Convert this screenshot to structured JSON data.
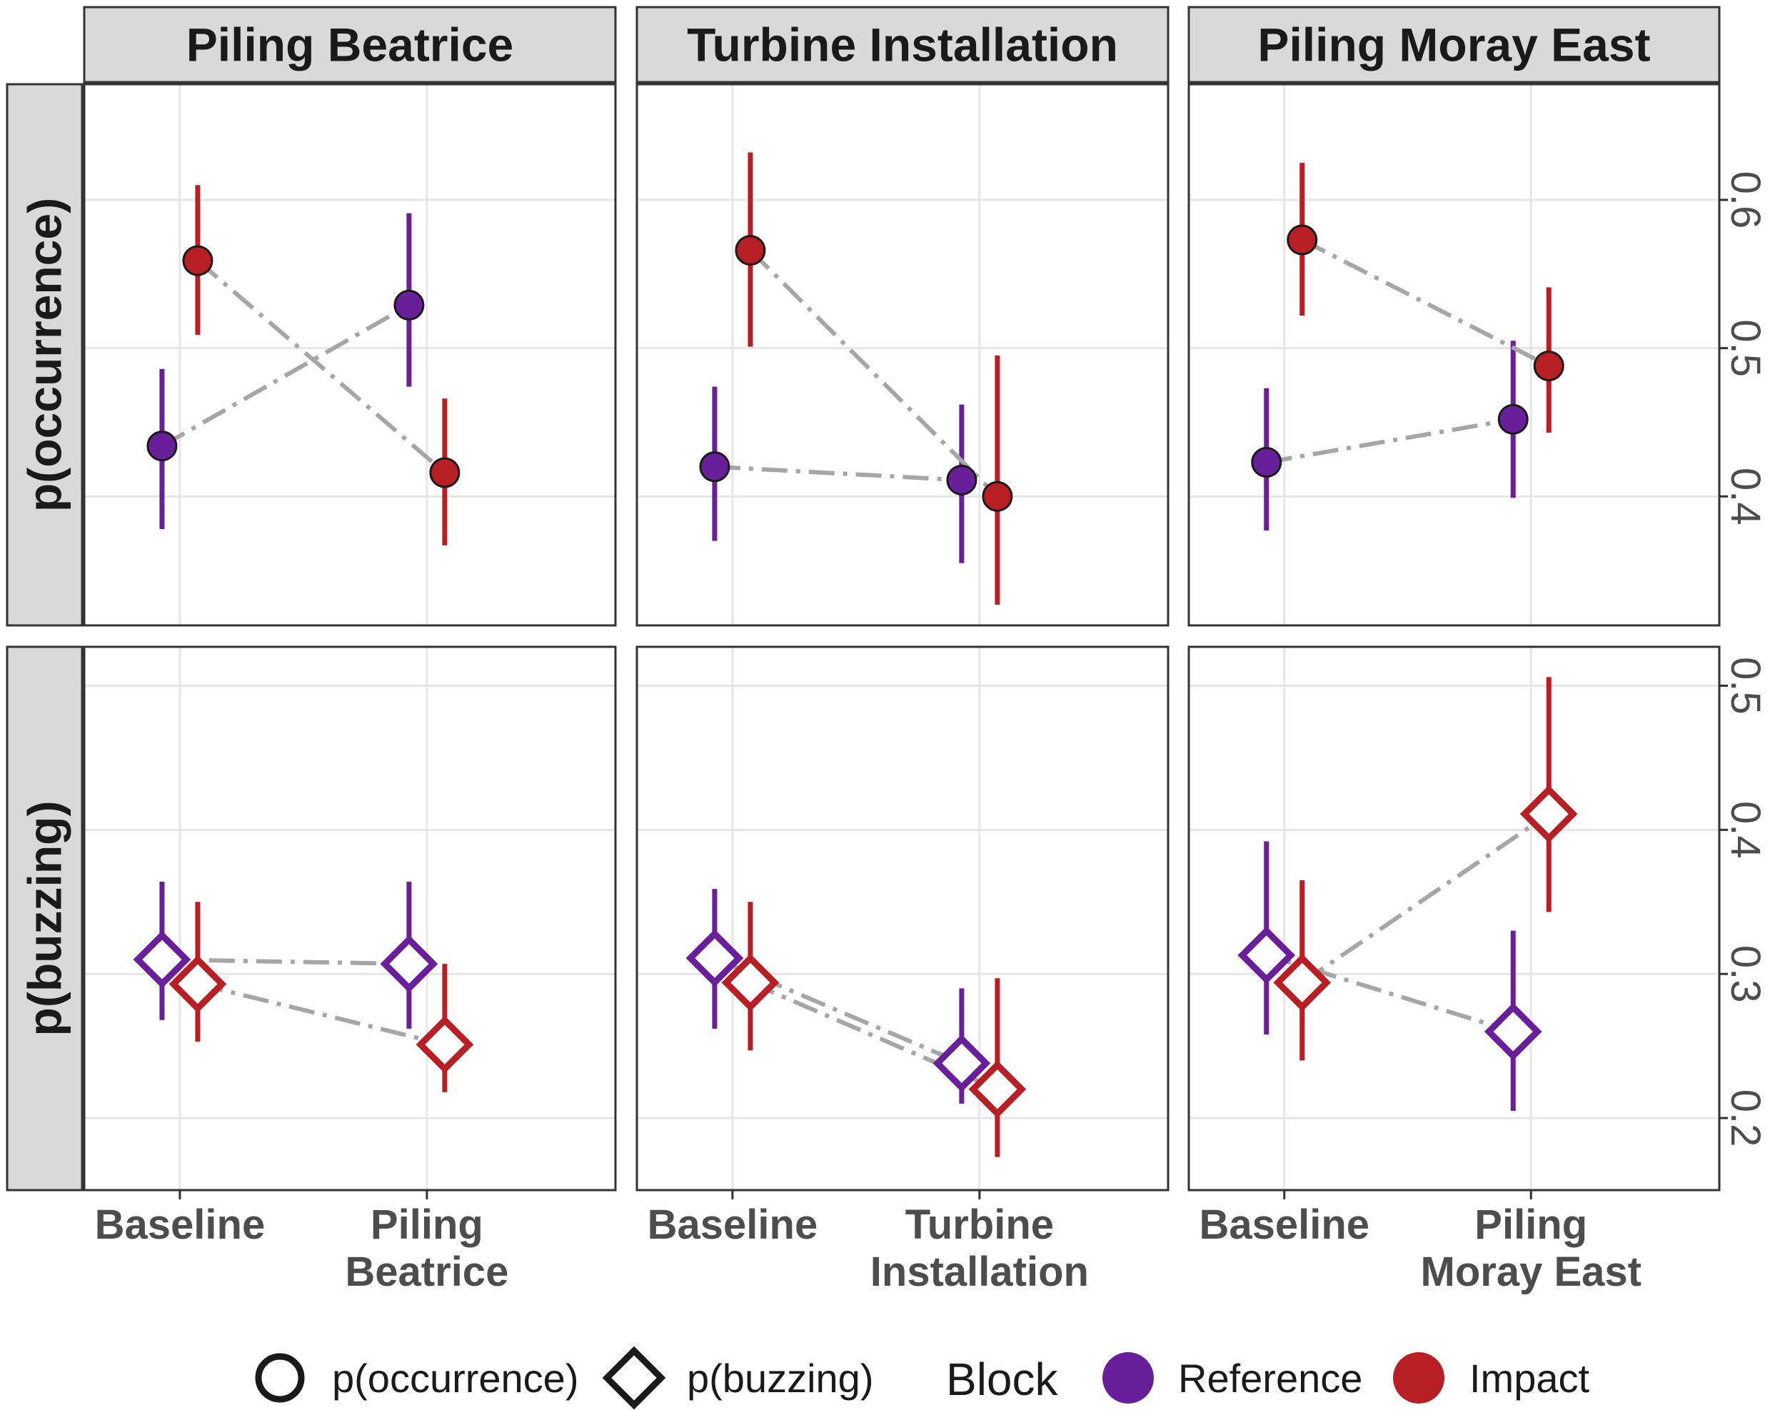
{
  "chart_data": {
    "type": "scatter",
    "facet_columns": [
      "Piling Beatrice",
      "Turbine Installation",
      "Piling Moray East"
    ],
    "facet_rows": [
      "p(occurrence)",
      "p(buzzing)"
    ],
    "x_categories": {
      "Piling Beatrice": [
        "Baseline",
        "Piling\nBeatrice"
      ],
      "Turbine Installation": [
        "Baseline",
        "Turbine\nInstallation"
      ],
      "Piling Moray East": [
        "Baseline",
        "Piling\nMoray East"
      ]
    },
    "y_axes": {
      "p(occurrence)": {
        "ylim": [
          0.313,
          0.678
        ],
        "ticks": [
          "0.4",
          "0.5",
          "0.6"
        ],
        "tick_values": [
          0.4,
          0.5,
          0.6
        ]
      },
      "p(buzzing)": {
        "ylim": [
          0.15,
          0.527
        ],
        "ticks": [
          "0.2",
          "0.3",
          "0.4",
          "0.5"
        ],
        "tick_values": [
          0.2,
          0.3,
          0.4,
          0.5
        ]
      }
    },
    "colors": {
      "Reference": "#6a1f9a",
      "Impact": "#b81f24",
      "connector": "#a6a6a6",
      "grid": "#e6e6e6",
      "strip": "#d9d9d9"
    },
    "legend": {
      "shape_items": [
        {
          "label": "p(occurrence)",
          "shape": "circle"
        },
        {
          "label": "p(buzzing)",
          "shape": "diamond"
        }
      ],
      "block_title": "Block",
      "block_items": [
        {
          "label": "Reference",
          "color": "#6a1f9a"
        },
        {
          "label": "Impact",
          "color": "#b81f24"
        }
      ],
      "position": "bottom"
    },
    "series": [
      {
        "facet": "Piling Beatrice",
        "measure": "p(occurrence)",
        "block": "Reference",
        "y": [
          0.434,
          0.529
        ],
        "lower": [
          0.378,
          0.474
        ],
        "upper": [
          0.486,
          0.591
        ]
      },
      {
        "facet": "Piling Beatrice",
        "measure": "p(occurrence)",
        "block": "Impact",
        "y": [
          0.559,
          0.416
        ],
        "lower": [
          0.509,
          0.367
        ],
        "upper": [
          0.61,
          0.466
        ]
      },
      {
        "facet": "Turbine Installation",
        "measure": "p(occurrence)",
        "block": "Reference",
        "y": [
          0.42,
          0.411
        ],
        "lower": [
          0.37,
          0.355
        ],
        "upper": [
          0.474,
          0.462
        ]
      },
      {
        "facet": "Turbine Installation",
        "measure": "p(occurrence)",
        "block": "Impact",
        "y": [
          0.566,
          0.4
        ],
        "lower": [
          0.501,
          0.327
        ],
        "upper": [
          0.632,
          0.495
        ]
      },
      {
        "facet": "Piling Moray East",
        "measure": "p(occurrence)",
        "block": "Reference",
        "y": [
          0.423,
          0.452
        ],
        "lower": [
          0.377,
          0.399
        ],
        "upper": [
          0.473,
          0.505
        ]
      },
      {
        "facet": "Piling Moray East",
        "measure": "p(occurrence)",
        "block": "Impact",
        "y": [
          0.573,
          0.488
        ],
        "lower": [
          0.522,
          0.443
        ],
        "upper": [
          0.625,
          0.541
        ]
      },
      {
        "facet": "Piling Beatrice",
        "measure": "p(buzzing)",
        "block": "Reference",
        "y": [
          0.31,
          0.307
        ],
        "lower": [
          0.268,
          0.262
        ],
        "upper": [
          0.364,
          0.364
        ]
      },
      {
        "facet": "Piling Beatrice",
        "measure": "p(buzzing)",
        "block": "Impact",
        "y": [
          0.293,
          0.251
        ],
        "lower": [
          0.253,
          0.218
        ],
        "upper": [
          0.35,
          0.307
        ]
      },
      {
        "facet": "Turbine Installation",
        "measure": "p(buzzing)",
        "block": "Reference",
        "y": [
          0.311,
          0.238
        ],
        "lower": [
          0.262,
          0.21
        ],
        "upper": [
          0.359,
          0.29
        ]
      },
      {
        "facet": "Turbine Installation",
        "measure": "p(buzzing)",
        "block": "Impact",
        "y": [
          0.294,
          0.22
        ],
        "lower": [
          0.247,
          0.173
        ],
        "upper": [
          0.35,
          0.297
        ]
      },
      {
        "facet": "Piling Moray East",
        "measure": "p(buzzing)",
        "block": "Reference",
        "y": [
          0.313,
          0.26
        ],
        "lower": [
          0.258,
          0.205
        ],
        "upper": [
          0.392,
          0.33
        ]
      },
      {
        "facet": "Piling Moray East",
        "measure": "p(buzzing)",
        "block": "Impact",
        "y": [
          0.294,
          0.411
        ],
        "lower": [
          0.24,
          0.343
        ],
        "upper": [
          0.365,
          0.506
        ]
      }
    ]
  }
}
